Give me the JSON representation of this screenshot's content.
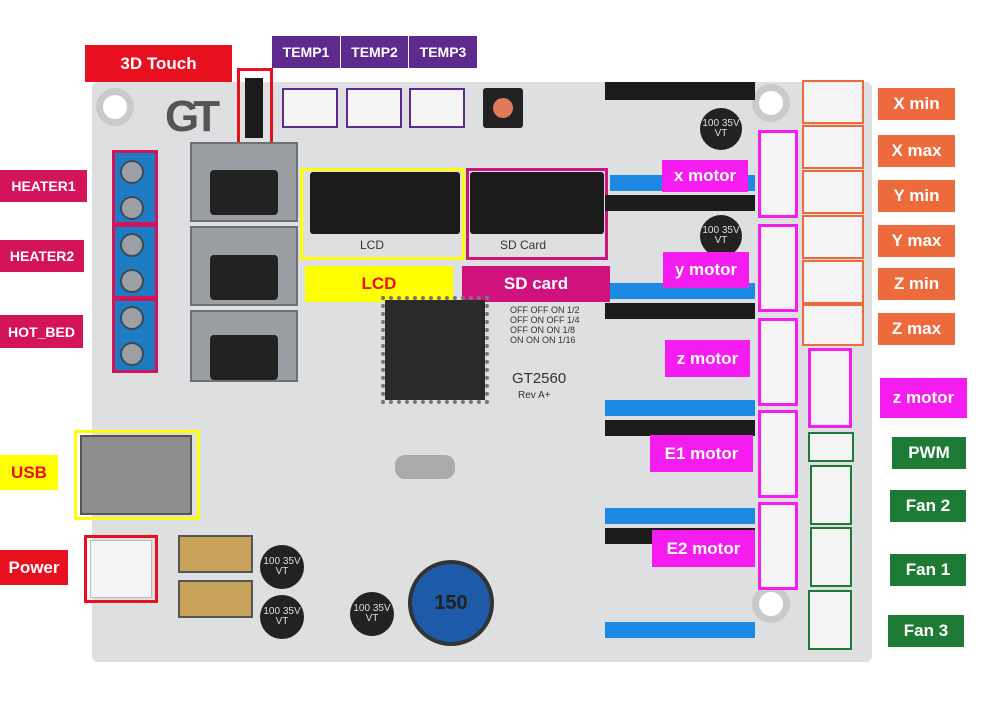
{
  "colors": {
    "red": "#e8101e",
    "purple": "#5e2a8e",
    "crimson": "#d4145a",
    "yellow": "#ffff00",
    "sd_magenta": "#d0127e",
    "motor_magenta": "#f51cf0",
    "orange": "#ec6a3b",
    "green": "#1e7b36"
  },
  "labels": {
    "touch": "3D Touch",
    "temps": [
      "TEMP1",
      "TEMP2",
      "TEMP3"
    ],
    "heaters": [
      "HEATER1",
      "HEATER2",
      "HOT_BED"
    ],
    "usb": "USB",
    "power": "Power",
    "lcd": "LCD",
    "sd": "SD card",
    "motors": [
      "x motor",
      "y motor",
      "z motor",
      "E1 motor",
      "E2 motor"
    ],
    "endstops": [
      "X min",
      "X max",
      "Y min",
      "Y max",
      "Z min",
      "Z max"
    ],
    "z_motor_right": "z motor",
    "fans": [
      "PWM",
      "Fan 2",
      "Fan 1",
      "Fan 3"
    ]
  },
  "board": {
    "logo": "GT",
    "model": "GT2560",
    "revision": "Rev A+",
    "lcd_silk": "LCD",
    "sd_silk": "SD Card",
    "inductor": "150",
    "cap_label": "100 35V VT",
    "jumper_table": [
      [
        "OFF",
        "OFF",
        "ON",
        "1/2"
      ],
      [
        "OFF",
        "ON",
        "OFF",
        "1/4"
      ],
      [
        "OFF",
        "ON",
        "ON",
        "1/8"
      ],
      [
        "ON",
        "ON",
        "ON",
        "1/16"
      ]
    ]
  }
}
